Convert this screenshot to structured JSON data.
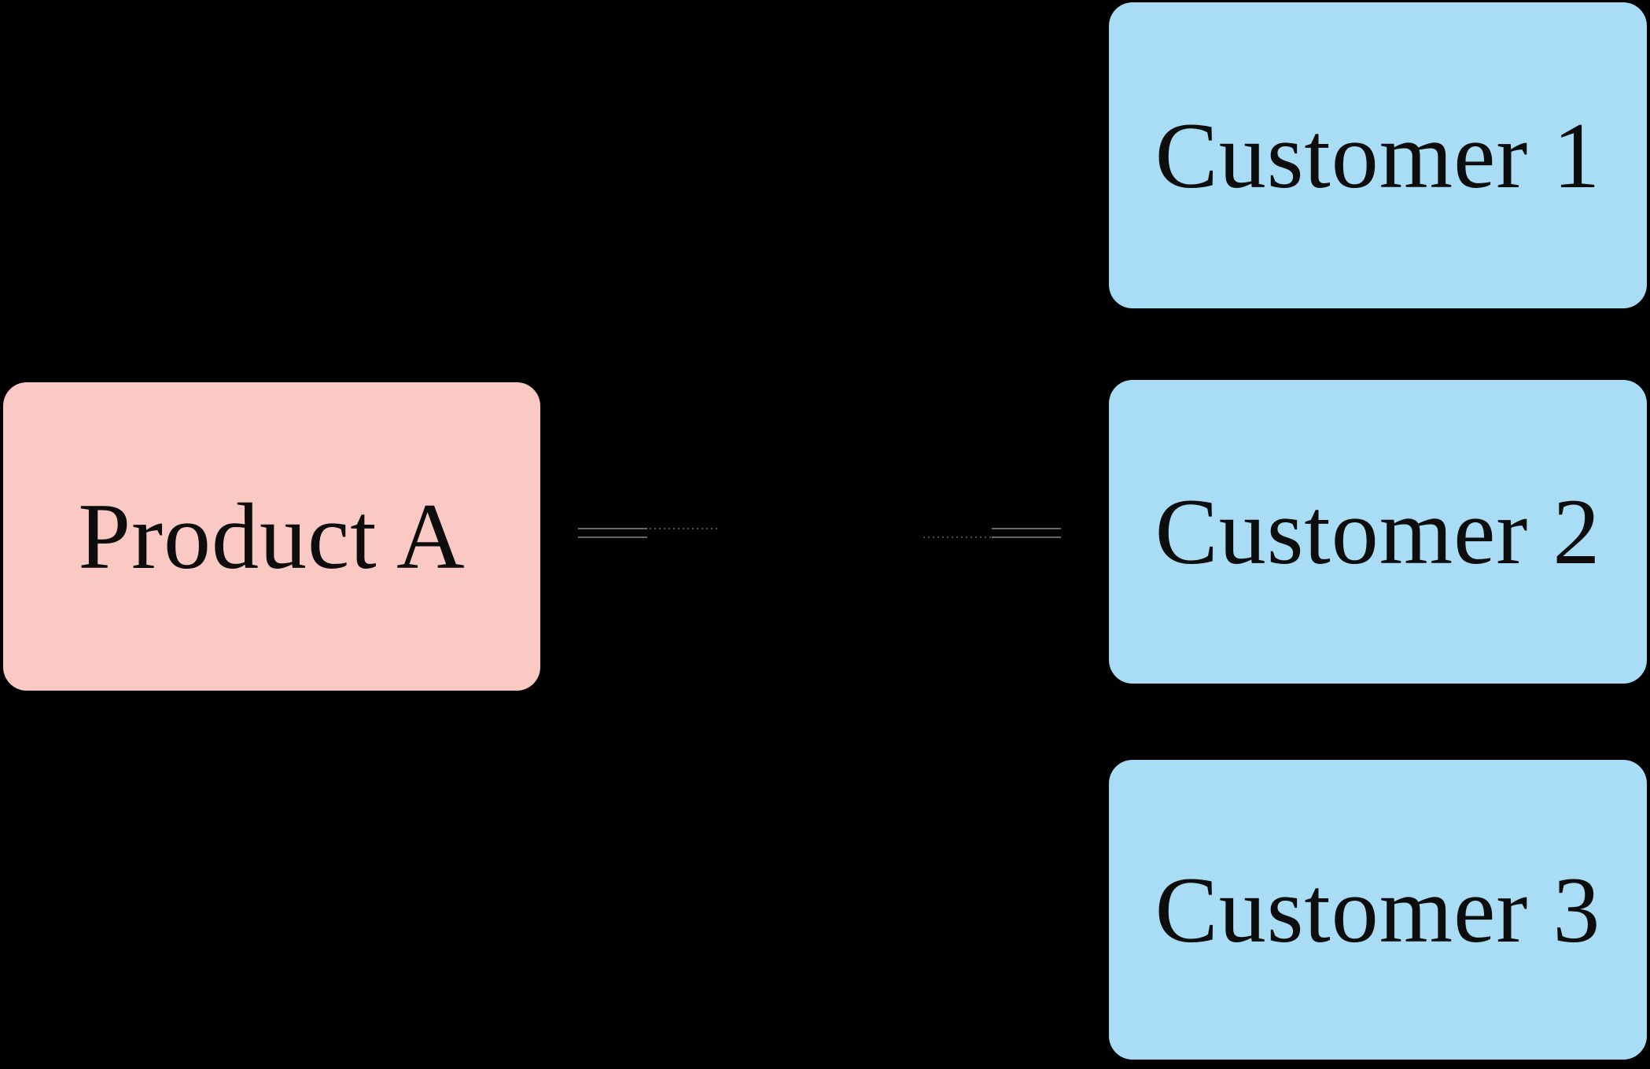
{
  "diagram": {
    "background": "#000000",
    "connector_color": "#6a666a",
    "nodes": [
      {
        "id": "product-a",
        "label": "Product A",
        "fill": "#fac9c4",
        "text_color": "#0d0d0d"
      },
      {
        "id": "customer-1",
        "label": "Customer 1",
        "fill": "#a8ddf5",
        "text_color": "#0d0d0d"
      },
      {
        "id": "customer-2",
        "label": "Customer 2",
        "fill": "#a8ddf5",
        "text_color": "#0d0d0d"
      },
      {
        "id": "customer-3",
        "label": "Customer 3",
        "fill": "#a8ddf5",
        "text_color": "#0d0d0d"
      }
    ],
    "edges": [
      {
        "from": "Product A",
        "to": "Customer 1"
      },
      {
        "from": "Product A",
        "to": "Customer 2"
      },
      {
        "from": "Product A",
        "to": "Customer 3"
      }
    ]
  }
}
